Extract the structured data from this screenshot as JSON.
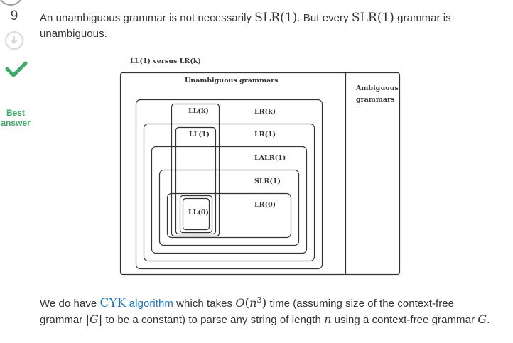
{
  "answer": {
    "vote_count": "9",
    "best_answer_label": "Best answer",
    "paragraph1": {
      "text_a": "An unambiguous grammar is not necessarily ",
      "math_a": "SLR(1)",
      "text_b": ". But every ",
      "math_b": "SLR(1)",
      "text_c": " grammar is unambiguous."
    },
    "diagram": {
      "caption": "LL(1) versus LR(k)",
      "unambiguous_label": "Unambiguous grammars",
      "ambiguous_label_line1": "Ambiguous",
      "ambiguous_label_line2": "grammars",
      "ll": [
        "LL(k)",
        "LL(1)",
        "LL(0)"
      ],
      "lr": [
        "LR(k)",
        "LR(1)",
        "LALR(1)",
        "SLR(1)",
        "LR(0)"
      ]
    },
    "paragraph2": {
      "text_a": "We do have ",
      "link_math": "CYK",
      "link_text": " algorithm",
      "text_b": " which takes ",
      "complexity_O": "O",
      "complexity_open": "(",
      "complexity_n": "n",
      "complexity_exp": "3",
      "complexity_close": ")",
      "text_c": " time (assuming size of the context-free grammar ",
      "grammar_size": "|G|",
      "text_d": " to be a constant) to parse any string of length ",
      "string_length": "n",
      "text_e": " using a context-free grammar ",
      "grammar": "G",
      "text_f": "."
    }
  },
  "colors": {
    "best_green": "#3daa68",
    "link_blue": "#1f76c7",
    "text": "#333333"
  },
  "icons": {
    "vote_down": "circle-down-arrow-icon",
    "best": "checkmark-icon"
  }
}
